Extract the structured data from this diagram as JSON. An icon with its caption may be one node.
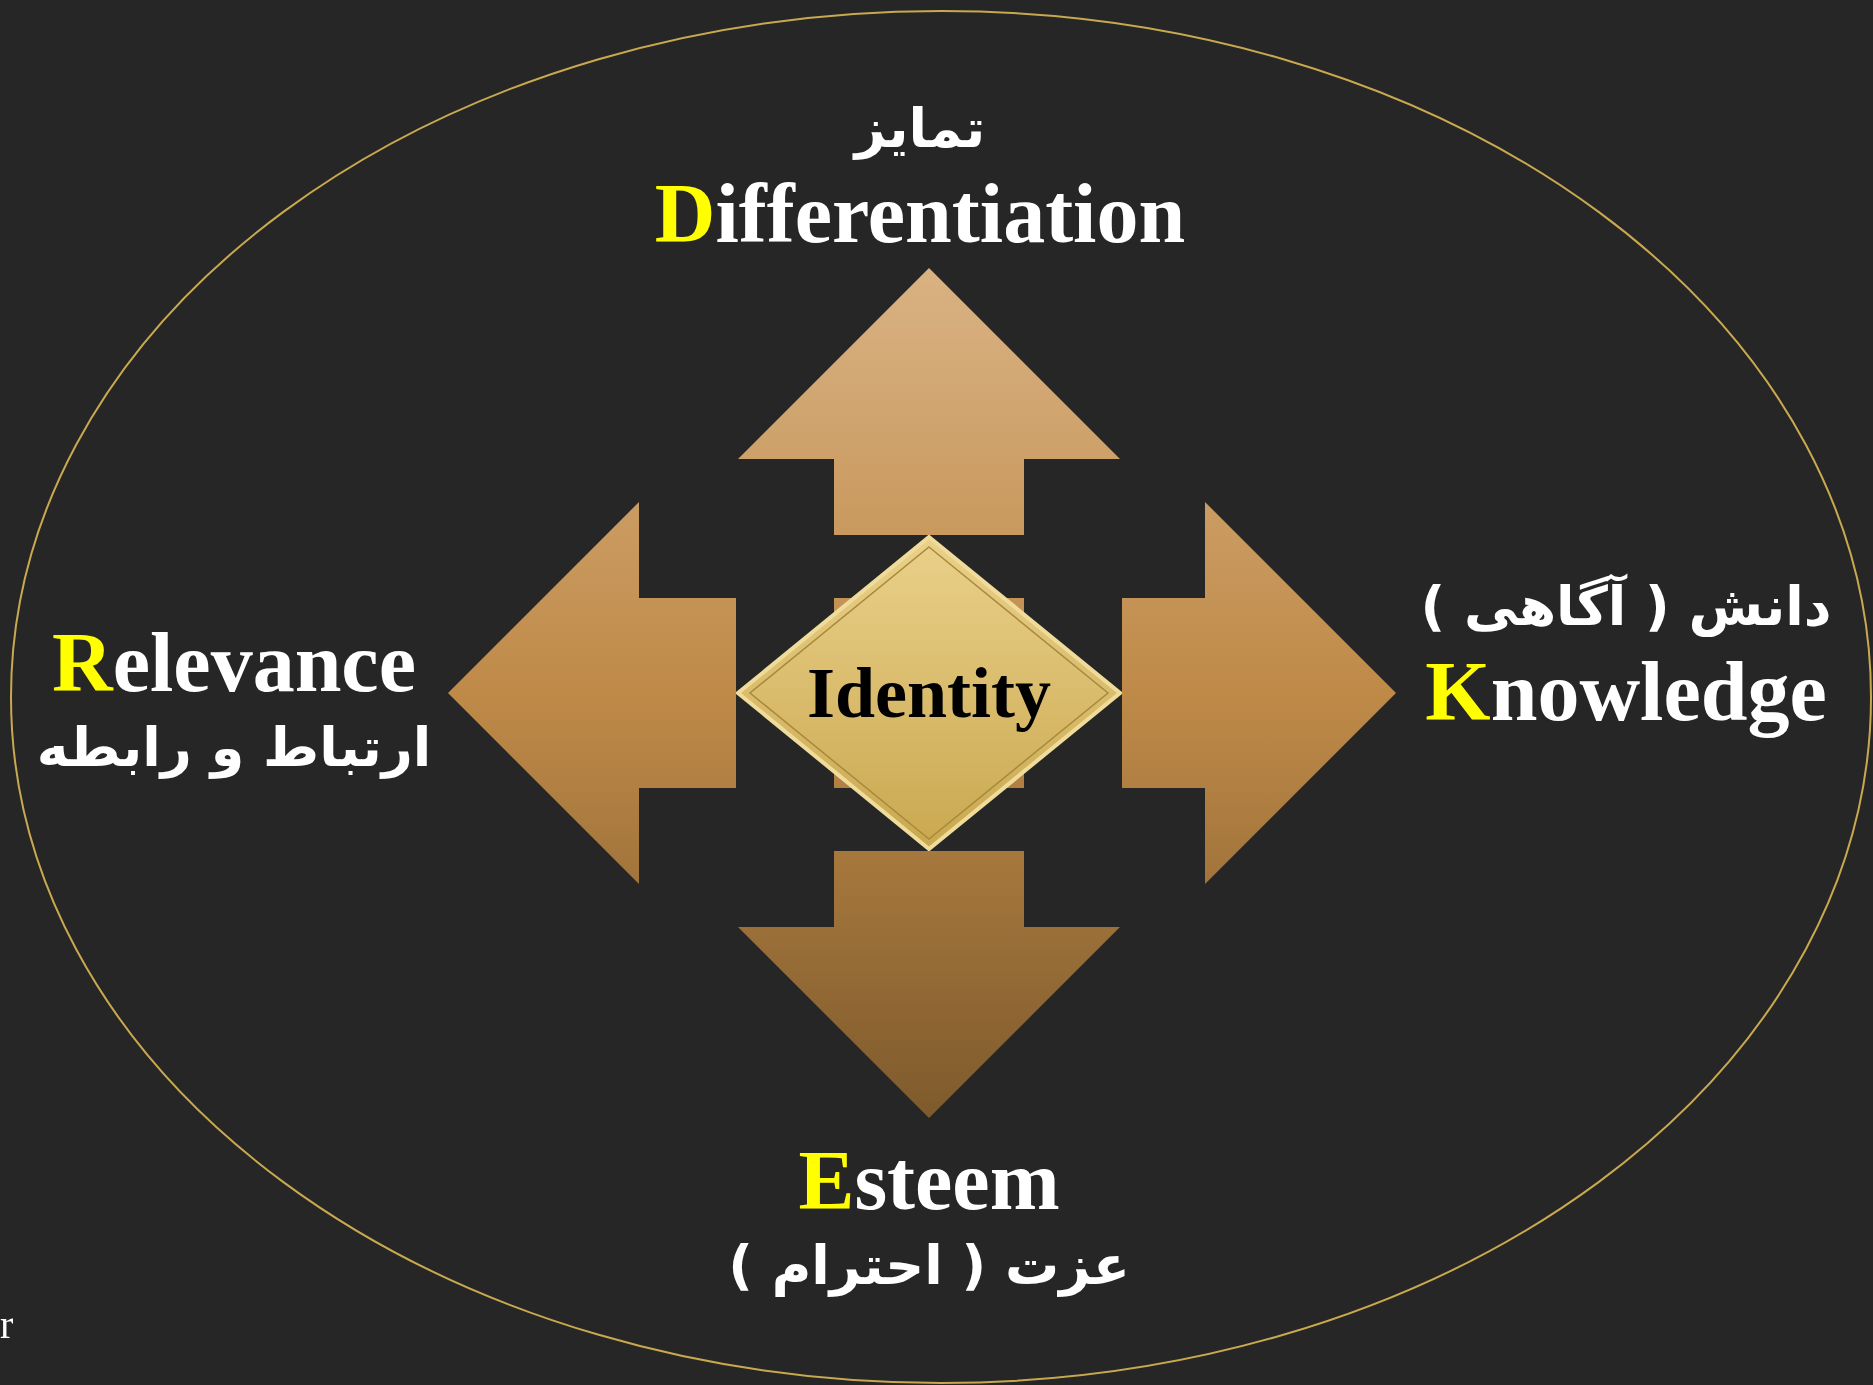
{
  "diagram": {
    "nodes": [
      {
        "text": [
          "Identity"
        ]
      },
      {
        "text": [
          "تمایز",
          "Differentiation"
        ]
      },
      {
        "text": [
          "Relevance",
          "ارتباط و رابطه"
        ]
      },
      {
        "text": [
          "دانش ( آگاهی )",
          "Knowledge"
        ]
      },
      {
        "text": [
          "Esteem",
          "عزت ( احترام )"
        ]
      }
    ],
    "edges": [
      {
        "from": 0,
        "to": 1,
        "arrow": "to"
      },
      {
        "from": 0,
        "to": 2,
        "arrow": "to"
      },
      {
        "from": 0,
        "to": 3,
        "arrow": "to"
      },
      {
        "from": 0,
        "to": 4,
        "arrow": "to"
      }
    ],
    "labels": [
      "r"
    ]
  }
}
